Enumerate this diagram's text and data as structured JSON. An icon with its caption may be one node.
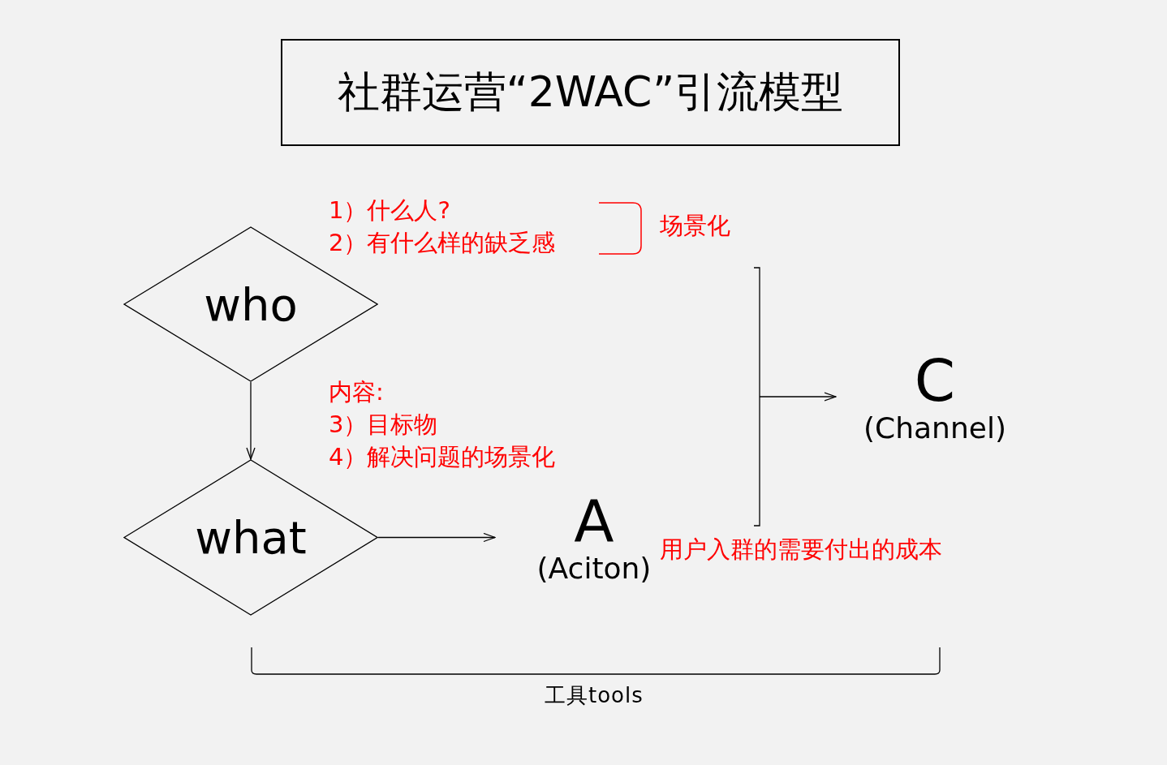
{
  "diagram": {
    "title": "社群运营“2WAC”引流模型",
    "nodes": [
      {
        "text": [
          "who"
        ]
      },
      {
        "text": [
          "what"
        ]
      },
      {
        "text": [
          "A",
          "(Aciton)"
        ]
      },
      {
        "text": [
          "C",
          "(Channel)"
        ]
      }
    ],
    "edges": [
      {
        "from": 0,
        "to": 1,
        "arrow": "to"
      },
      {
        "from": 1,
        "to": 2,
        "arrow": "to"
      },
      {
        "from": null,
        "to": 3,
        "arrow": "to"
      }
    ],
    "labels": [
      "1）什么人?",
      "2）有什么样的缺乏感",
      "场景化",
      "内容:",
      "3）目标物",
      "4）解决问题的场景化",
      "用户入群的需要付出的成本",
      "工具tools"
    ]
  }
}
